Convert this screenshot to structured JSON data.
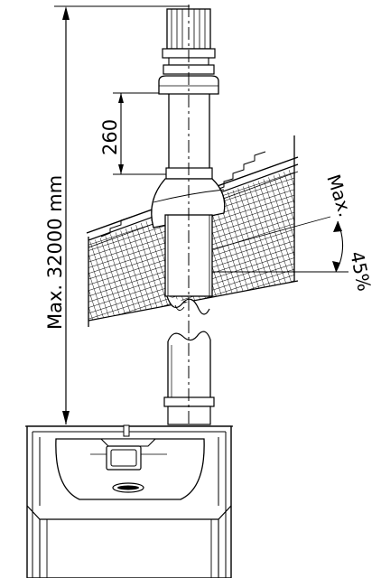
{
  "labels": {
    "max_height": "Max. 32000 mm",
    "terminal_gap": "260",
    "max_label": "Max.",
    "max_angle": "45%"
  },
  "colors": {
    "ink": "#000000",
    "paper": "#ffffff"
  }
}
